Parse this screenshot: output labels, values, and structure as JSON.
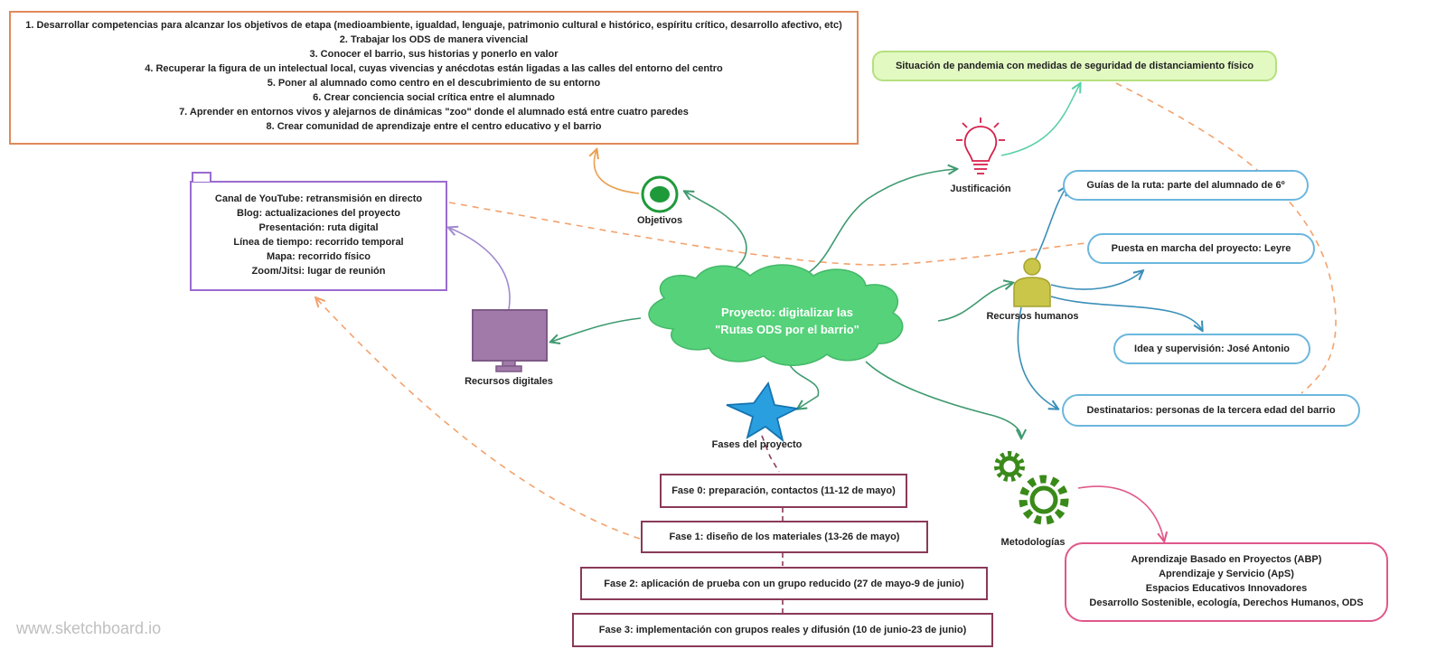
{
  "center": {
    "line1": "Proyecto: digitalizar las",
    "line2": "\"Rutas ODS por el barrio\""
  },
  "objetivos": {
    "label": "Objetivos",
    "items": [
      "1. Desarrollar competencias para alcanzar los objetivos de etapa (medioambiente, igualdad, lenguaje, patrimonio cultural e histórico, espíritu crítico, desarrollo afectivo, etc)",
      "2. Trabajar los ODS de manera vivencial",
      "3. Conocer el barrio, sus historias y ponerlo en valor",
      "4. Recuperar la figura de un intelectual local, cuyas vivencias y anécdotas están ligadas a las calles del entorno del centro",
      "5. Poner al alumnado como centro en el descubrimiento de su entorno",
      "6. Crear conciencia social crítica entre el alumnado",
      "7. Aprender en entornos vivos y alejarnos de dinámicas \"zoo\" donde el alumnado está entre cuatro paredes",
      "8. Crear comunidad de aprendizaje entre el centro educativo y el barrio"
    ]
  },
  "recursos_digitales": {
    "label": "Recursos digitales",
    "items": [
      "Canal de YouTube: retransmisión en directo",
      "Blog: actualizaciones del proyecto",
      "Presentación: ruta digital",
      "Línea de tiempo: recorrido temporal",
      "Mapa: recorrido físico",
      "Zoom/Jitsi: lugar de reunión"
    ]
  },
  "justificacion": {
    "label": "Justificación",
    "text": "Situación de pandemia con medidas de seguridad de distanciamiento físico"
  },
  "recursos_humanos": {
    "label": "Recursos humanos",
    "items": [
      "Guías de la ruta: parte del alumnado de 6º",
      "Puesta en marcha del proyecto: Leyre",
      "Idea y supervisión: José Antonio",
      "Destinatarios: personas de la tercera edad del barrio"
    ]
  },
  "fases": {
    "label": "Fases del proyecto",
    "items": [
      "Fase 0: preparación, contactos (11-12 de mayo)",
      "Fase 1: diseño de los materiales (13-26 de mayo)",
      "Fase 2: aplicación de prueba con un grupo reducido (27 de mayo-9 de junio)",
      "Fase 3: implementación con grupos reales y difusión (10 de junio-23 de junio)"
    ]
  },
  "metodologias": {
    "label": "Metodologías",
    "items": [
      "Aprendizaje Basado en Proyectos (ABP)",
      "Aprendizaje y Servicio (ApS)",
      "Espacios Educativos Innovadores",
      "Desarrollo Sostenible, ecología, Derechos Humanos, ODS"
    ]
  },
  "watermark": "www.sketchboard.io",
  "colors": {
    "center_fill": "#55d27a",
    "objetivos_border": "#e08a5a",
    "digital_border": "#9a6cd0",
    "justificacion_fill": "#e2f9c2",
    "humanos_border": "#6bb7de",
    "fases_border": "#8a3a58",
    "metodologias_border": "#e0588a",
    "edge_green": "#3f9a70",
    "edge_orange_dashed": "#f2a26c"
  }
}
